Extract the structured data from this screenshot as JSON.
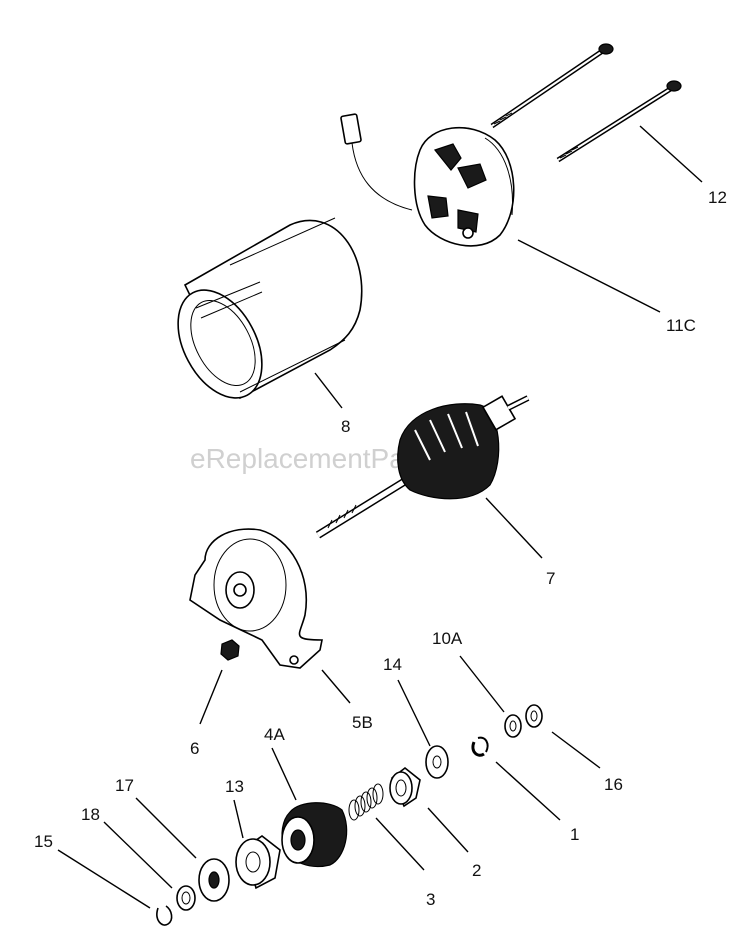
{
  "watermark": "eReplacementParts.com",
  "callouts": {
    "p12": "12",
    "p11c": "11C",
    "p8": "8",
    "p7": "7",
    "p5b": "5B",
    "p6": "6",
    "p4a": "4A",
    "p13": "13",
    "p17": "17",
    "p18": "18",
    "p15": "15",
    "p3": "3",
    "p2": "2",
    "p14": "14",
    "p10a": "10A",
    "p16": "16",
    "p1": "1"
  }
}
